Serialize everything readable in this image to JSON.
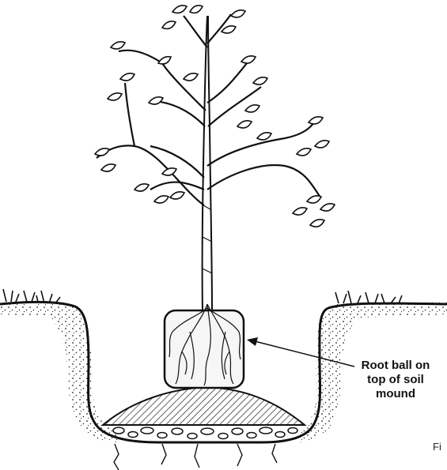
{
  "callout": {
    "lines": [
      "Root ball on",
      "top of soil",
      "mound"
    ]
  },
  "figure_label": "Fi"
}
